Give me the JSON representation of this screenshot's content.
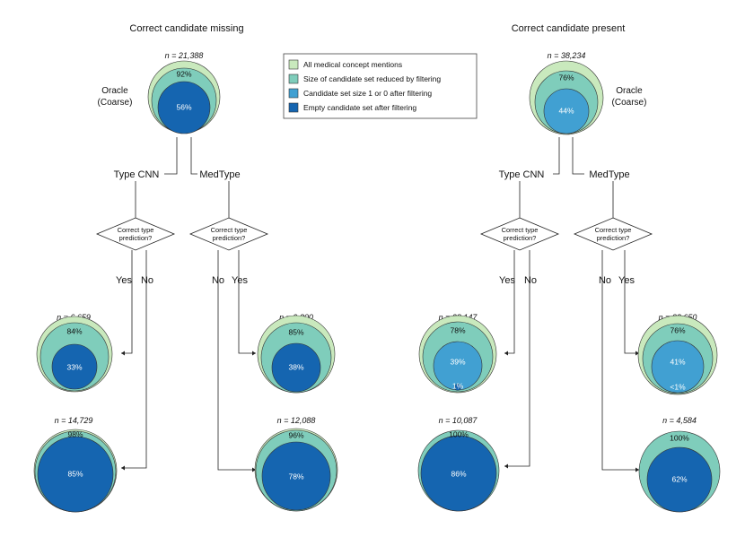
{
  "titles": {
    "left": "Correct candidate missing",
    "right": "Correct candidate present"
  },
  "legend": [
    {
      "label": "All medical concept mentions",
      "color": "#c9e9bd"
    },
    {
      "label": "Size of candidate set reduced by filtering",
      "color": "#7fcdbb"
    },
    {
      "label": "Candidate set size 1 or 0 after filtering",
      "color": "#41a0d2"
    },
    {
      "label": "Empty candidate set after filtering",
      "color": "#1565b0"
    }
  ],
  "oracle_label": [
    "Oracle",
    "(Coarse)"
  ],
  "branch_labels": {
    "cnn": "Type CNN",
    "medtype": "MedType"
  },
  "decision_text": [
    "Correct type",
    "prediction?"
  ],
  "yes": "Yes",
  "no": "No",
  "nodes": {
    "left_root": {
      "n": "n = 21,388",
      "reduced": "92%",
      "small": null,
      "empty": "56%"
    },
    "right_root": {
      "n": "n = 38,234",
      "reduced": "76%",
      "small": "44%",
      "empty": null
    },
    "left_cnn_yes": {
      "n": "n = 6,659",
      "reduced": "84%",
      "small": null,
      "empty": "33%"
    },
    "left_cnn_no": {
      "n": "n = 14,729",
      "reduced": "98%",
      "small": null,
      "empty": "85%"
    },
    "left_med_yes": {
      "n": "n = 9,300",
      "reduced": "85%",
      "small": null,
      "empty": "38%"
    },
    "left_med_no": {
      "n": "n = 12,088",
      "reduced": "96%",
      "small": null,
      "empty": "78%"
    },
    "right_cnn_yes": {
      "n": "n = 28,147",
      "reduced": "78%",
      "small": "39%",
      "empty": "1%"
    },
    "right_cnn_no": {
      "n": "n = 10,087",
      "reduced": "100%",
      "small": null,
      "empty": "86%"
    },
    "right_med_yes": {
      "n": "n = 33,650",
      "reduced": "76%",
      "small": "41%",
      "empty": "<1%"
    },
    "right_med_no": {
      "n": "n = 4,584",
      "reduced": "100%",
      "small": null,
      "empty": "62%"
    }
  }
}
